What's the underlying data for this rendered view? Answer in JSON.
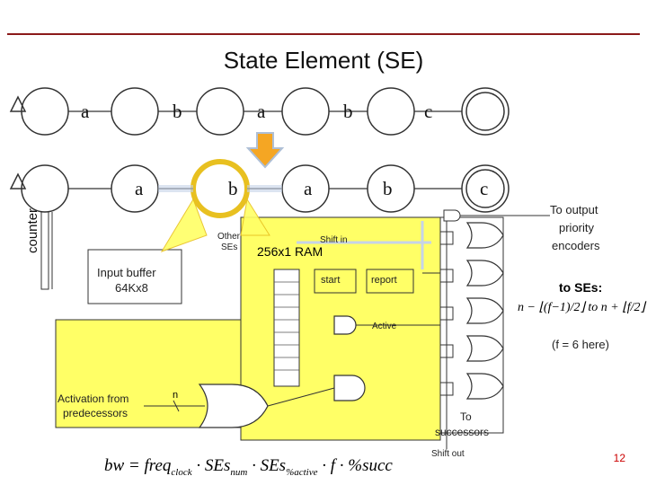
{
  "title": "State Element (SE)",
  "row1_labels": [
    "a",
    "b",
    "a",
    "b",
    "c"
  ],
  "row2_labels": [
    "a",
    "b",
    "a",
    "b",
    "c"
  ],
  "counter_label": "counter",
  "other_ses_label": [
    "Other",
    "SEs"
  ],
  "ram_label": "256x1 RAM",
  "shift_in_label": "Shift in",
  "start_label": "start",
  "report_label": "report",
  "active_label": "Active",
  "input_buffer_label": [
    "Input buffer",
    "64Kx8"
  ],
  "activation_label": [
    "Activation from",
    "predecessors"
  ],
  "n_label": "n",
  "output_label": [
    "To output",
    "priority",
    "encoders"
  ],
  "to_ses_label": "to SEs:",
  "f_note": "(f = 6 here)",
  "to_successors_label": [
    "To",
    "successors"
  ],
  "shift_out_label": "Shift out",
  "page_number": "12",
  "colors": {
    "yellow_fill": "#ffff66",
    "highlight": "#e8c020",
    "arrow_fill": "#f5a623",
    "arrow_stroke": "#aebfd6",
    "page_number": "#cc0000"
  }
}
